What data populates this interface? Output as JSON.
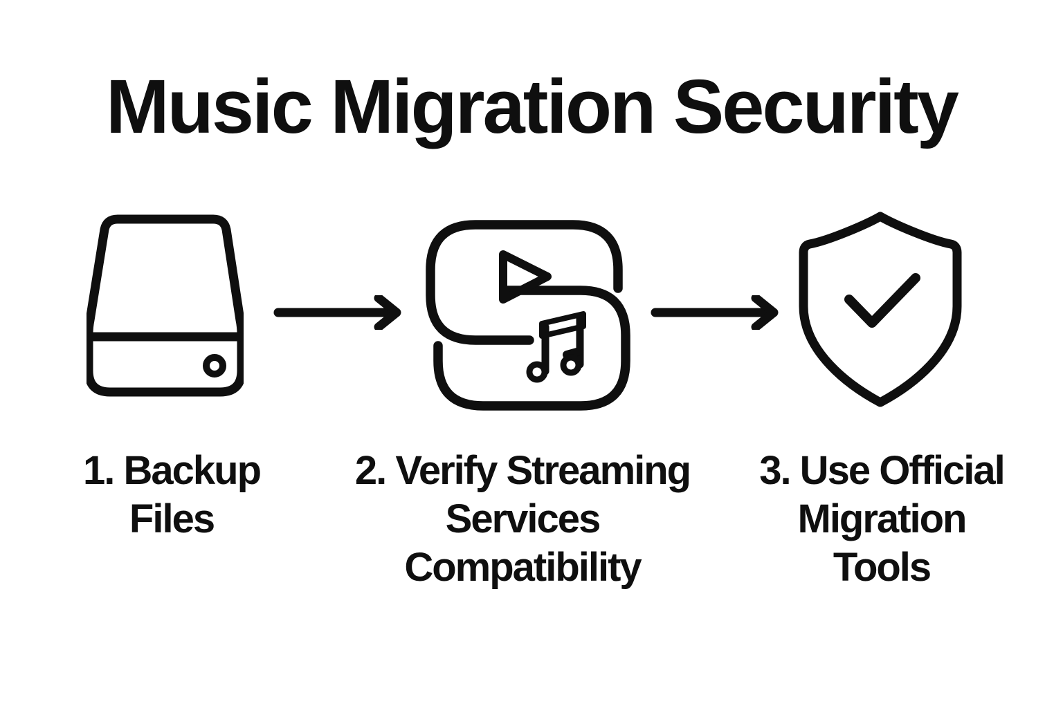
{
  "title": "Music Migration Security",
  "colors": {
    "ink": "#0f0f0f",
    "background": "#ffffff"
  },
  "steps": [
    {
      "icon": "hard-drive-icon",
      "label": "1. Backup Files",
      "lines": [
        "1. Backup",
        "Files"
      ]
    },
    {
      "icon": "streaming-sync-icon",
      "label": "2. Verify Streaming Services Compatibility",
      "lines": [
        "2. Verify Streaming",
        "Services",
        "Compatibility"
      ]
    },
    {
      "icon": "shield-check-icon",
      "label": "3. Use Official Migration Tools",
      "lines": [
        "3. Use Official",
        "Migration",
        "Tools"
      ]
    }
  ],
  "connectors": [
    {
      "icon": "arrow-right-icon"
    },
    {
      "icon": "arrow-right-icon"
    }
  ]
}
